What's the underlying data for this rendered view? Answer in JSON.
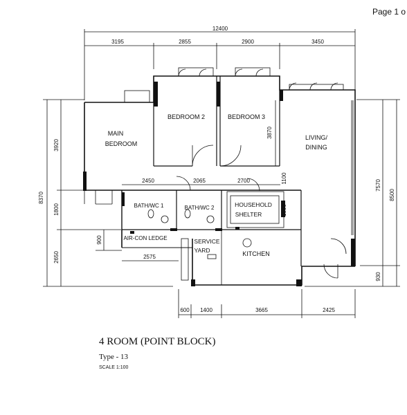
{
  "page": {
    "label": "Page 1 o"
  },
  "dimensions": {
    "overall_width": "12400",
    "top_segments": [
      "3195",
      "2855",
      "2900",
      "3450"
    ],
    "bottom_segments": [
      "600",
      "1400",
      "3665",
      "2425"
    ],
    "left_outer": "8370",
    "left_inner": [
      "3920",
      "1800",
      "2650"
    ],
    "left_900": "900",
    "right_outer": "8500",
    "right_inner": [
      "7570",
      "930"
    ],
    "inner_2450": "2450",
    "inner_2065": "2065",
    "inner_2700": "2700",
    "inner_1100": "1100",
    "inner_1800": "1800",
    "inner_3870": "3870",
    "inner_2575": "2575"
  },
  "rooms": {
    "main_bedroom": [
      "MAIN",
      "BEDROOM"
    ],
    "bedroom2": "BEDROOM 2",
    "bedroom3": "BEDROOM 3",
    "living": [
      "LIVING/",
      "DINING"
    ],
    "bath1": "BATH/WC 1",
    "bath2": "BATH/WC 2",
    "shelter": [
      "HOUSEHOLD",
      "SHELTER"
    ],
    "aircon": "AIR-CON LEDGE",
    "service": [
      "SERVICE",
      "YARD"
    ],
    "kitchen": "KITCHEN"
  },
  "caption": {
    "title": "4 ROOM (POINT BLOCK)",
    "type": "Type - 13",
    "scale": "SCALE  1:100"
  }
}
